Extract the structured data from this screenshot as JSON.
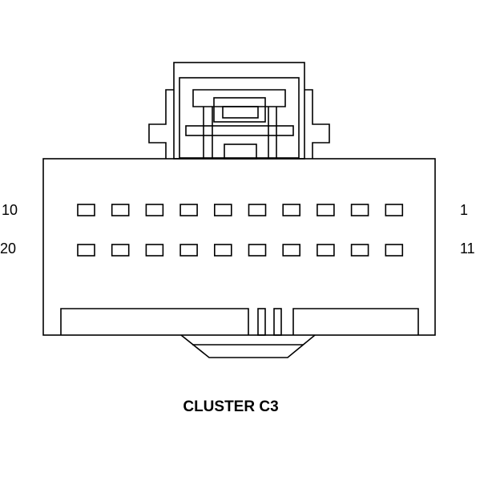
{
  "connector": {
    "caption": "CLUSTER C3",
    "row_top": {
      "left_label": "10",
      "right_label": "1"
    },
    "row_bottom": {
      "left_label": "20",
      "right_label": "11"
    },
    "pins_per_row": 10
  }
}
